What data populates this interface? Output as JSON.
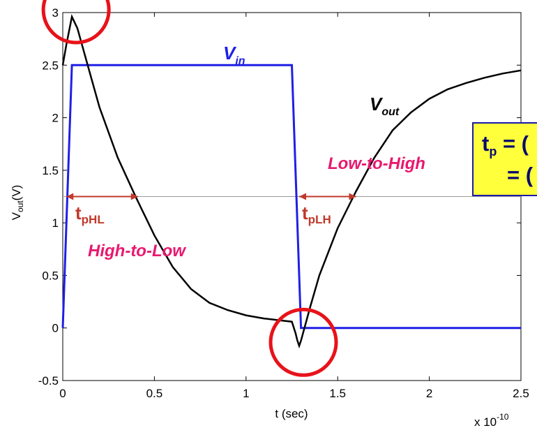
{
  "chart_data": {
    "type": "line",
    "title": "",
    "xlabel": "t (sec)",
    "ylabel_main": "V",
    "ylabel_sub": "out",
    "ylabel_unit": "(V)",
    "x_exponent_prefix": "x 10",
    "x_exponent": "-10",
    "xlim": [
      0,
      2.5
    ],
    "ylim": [
      -0.5,
      3
    ],
    "x_ticks": [
      0,
      0.5,
      1,
      1.5,
      2,
      2.5
    ],
    "x_tick_labels": [
      "0",
      "0.5",
      "1",
      "1.5",
      "2",
      "2.5"
    ],
    "y_ticks": [
      -0.5,
      0,
      0.5,
      1,
      1.5,
      2,
      2.5,
      3
    ],
    "y_tick_labels": [
      "-0.5",
      "0",
      "0.5",
      "1",
      "1.5",
      "2",
      "2.5",
      "3"
    ],
    "grid": false,
    "reference_line_y": 1.25,
    "series": [
      {
        "name": "V_in",
        "color": "#1f1fe6",
        "x": [
          0,
          0.05,
          1.25,
          1.3,
          2.5
        ],
        "y": [
          0,
          2.5,
          2.5,
          0,
          0
        ]
      },
      {
        "name": "V_out",
        "color": "#000000",
        "x": [
          0,
          0.02,
          0.05,
          0.08,
          0.12,
          0.2,
          0.3,
          0.4,
          0.5,
          0.6,
          0.7,
          0.8,
          0.9,
          1.0,
          1.1,
          1.2,
          1.25,
          1.27,
          1.28,
          1.29,
          1.3,
          1.35,
          1.4,
          1.5,
          1.6,
          1.7,
          1.8,
          1.9,
          2.0,
          2.1,
          2.2,
          2.3,
          2.4,
          2.5
        ],
        "y": [
          2.5,
          2.7,
          2.96,
          2.85,
          2.6,
          2.1,
          1.62,
          1.24,
          0.88,
          0.58,
          0.37,
          0.24,
          0.17,
          0.12,
          0.09,
          0.07,
          0.06,
          -0.05,
          -0.12,
          -0.17,
          -0.12,
          0.2,
          0.5,
          0.95,
          1.3,
          1.62,
          1.88,
          2.05,
          2.18,
          2.27,
          2.33,
          2.38,
          2.42,
          2.45
        ]
      }
    ],
    "annotations": {
      "vin_label": "V",
      "vin_sub": "in",
      "vout_label": "V",
      "vout_sub": "out",
      "high_to_low": "High-to-Low",
      "low_to_high": "Low-to-High",
      "tphl_main": "t",
      "tphl_sub": "pHL",
      "tplh_main": "t",
      "tplh_sub": "pLH",
      "tphl_interval": [
        0.02,
        0.41
      ],
      "tplh_interval": [
        1.29,
        1.6
      ],
      "circle_marks": [
        {
          "name": "overshoot",
          "x": 0.05,
          "y": 2.96
        },
        {
          "name": "undershoot",
          "x": 1.29,
          "y": -0.17
        }
      ]
    }
  },
  "formula_box": {
    "line1_main": "t",
    "line1_sub": "p",
    "line1_rest": " = (",
    "line2": "= ("
  },
  "colors": {
    "vin": "#1f1fe6",
    "vout": "#000000",
    "annotation_red": "#c0392b",
    "pink_text": "#e8186f",
    "circle_red": "#e8121a",
    "box_fill": "#ffff3c",
    "box_border": "#1a1aa8"
  }
}
